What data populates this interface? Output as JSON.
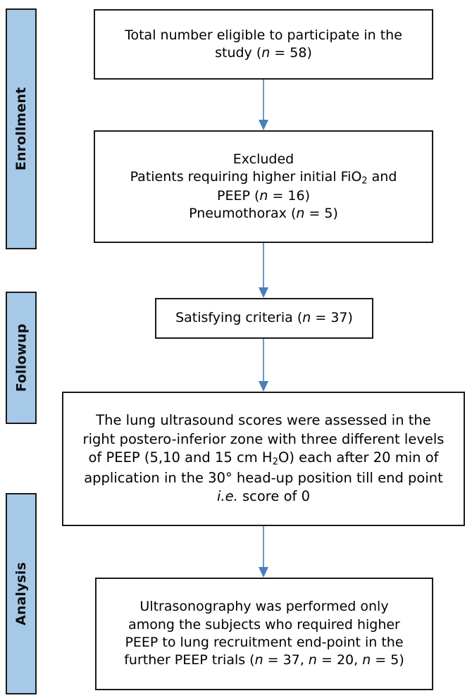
{
  "figure": {
    "type": "prisma-flow-diagram",
    "accent_color": "#4a7ebb",
    "phase_bar_color": "#a6c9e8",
    "border_color": "#1a1a1a"
  },
  "phases": [
    {
      "id": "enrollment",
      "label": "Enrollment"
    },
    {
      "id": "followup",
      "label": "Followup"
    },
    {
      "id": "analysis",
      "label": "Analysis"
    }
  ],
  "boxes": {
    "eligible": {
      "line1": "Total number eligible to participate in the",
      "line2_pre": "study (",
      "line2_italic": "n",
      "line2_post": " = 58)"
    },
    "excluded": {
      "line1": "Excluded",
      "line2_pre": "Patients requiring higher initial FiO",
      "line2_sub": "2",
      "line2_post": " and",
      "line3_pre": "PEEP (",
      "line3_italic": "n",
      "line3_post": " = 16)",
      "line4_pre": "Pneumothorax (",
      "line4_italic": "n",
      "line4_post": " = 5)"
    },
    "satisfying": {
      "pre": "Satisfying criteria (",
      "italic": "n",
      "post": " = 37)"
    },
    "protocol": {
      "line1": "The lung ultrasound scores were assessed in the",
      "line2": "right postero-inferior zone with three different levels",
      "line3_pre": "of PEEP (5,10 and 15 cm H",
      "line3_sub": "2",
      "line3_post": "O) each after 20 min of",
      "line4": "application in the 30° head-up position till end point",
      "line5_italic": "i.e.",
      "line5_post": " score of 0"
    },
    "analysis": {
      "line1": "Ultrasonography was performed only",
      "line2": "among the subjects who required higher",
      "line3": "PEEP to lung recruitment end-point in the",
      "line4_pre": "further PEEP trials (",
      "line4_n1": "n",
      "line4_mid1": " = 37, ",
      "line4_n2": "n",
      "line4_mid2": " = 20, ",
      "line4_n3": "n",
      "line4_post": " = 5)"
    }
  },
  "connectors": [
    {
      "id": "eligible-to-excluded",
      "from": "eligible",
      "to": "excluded"
    },
    {
      "id": "excluded-to-satisfying",
      "from": "excluded",
      "to": "satisfying"
    },
    {
      "id": "satisfying-to-protocol",
      "from": "satisfying",
      "to": "protocol"
    },
    {
      "id": "protocol-to-analysis",
      "from": "protocol",
      "to": "analysis"
    }
  ]
}
